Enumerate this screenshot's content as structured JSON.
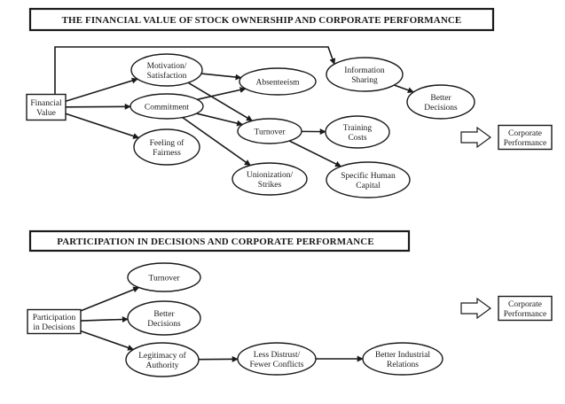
{
  "diagram_top": {
    "title": "THE FINANCIAL VALUE OF STOCK OWNERSHIP AND CORPORATE PERFORMANCE",
    "nodes": {
      "financial_value": [
        "Financial",
        "Value"
      ],
      "motivation": [
        "Motivation/",
        "Satisfaction"
      ],
      "commitment": [
        "Commitment"
      ],
      "fairness": [
        "Feeling of",
        "Fairness"
      ],
      "absenteeism": [
        "Absenteeism"
      ],
      "turnover": [
        "Turnover"
      ],
      "unionization": [
        "Unionization/",
        "Strikes"
      ],
      "info_sharing": [
        "Information",
        "Sharing"
      ],
      "better_decisions": [
        "Better",
        "Decisions"
      ],
      "training_costs": [
        "Training",
        "Costs"
      ],
      "specific_capital": [
        "Specific Human",
        "Capital"
      ],
      "corporate_performance": [
        "Corporate",
        "Performance"
      ]
    },
    "edges": [
      [
        "financial_value",
        "info_sharing"
      ],
      [
        "financial_value",
        "motivation"
      ],
      [
        "financial_value",
        "commitment"
      ],
      [
        "financial_value",
        "fairness"
      ],
      [
        "motivation",
        "absenteeism"
      ],
      [
        "motivation",
        "turnover"
      ],
      [
        "commitment",
        "absenteeism"
      ],
      [
        "commitment",
        "turnover"
      ],
      [
        "commitment",
        "unionization"
      ],
      [
        "info_sharing",
        "better_decisions"
      ],
      [
        "turnover",
        "training_costs"
      ],
      [
        "turnover",
        "specific_capital"
      ]
    ]
  },
  "diagram_bottom": {
    "title": "PARTICIPATION IN DECISIONS AND CORPORATE PERFORMANCE",
    "nodes": {
      "participation": [
        "Participation",
        "in Decisions"
      ],
      "turnover": [
        "Turnover"
      ],
      "better_decisions": [
        "Better",
        "Decisions"
      ],
      "legitimacy": [
        "Legitimacy of",
        "Authority"
      ],
      "less_distrust": [
        "Less Distrust/",
        "Fewer Conflicts"
      ],
      "industrial_relations": [
        "Better Industrial",
        "Relations"
      ],
      "corporate_performance": [
        "Corporate",
        "Performance"
      ]
    },
    "edges": [
      [
        "participation",
        "turnover"
      ],
      [
        "participation",
        "better_decisions"
      ],
      [
        "participation",
        "legitimacy"
      ],
      [
        "legitimacy",
        "less_distrust"
      ],
      [
        "less_distrust",
        "industrial_relations"
      ]
    ]
  }
}
